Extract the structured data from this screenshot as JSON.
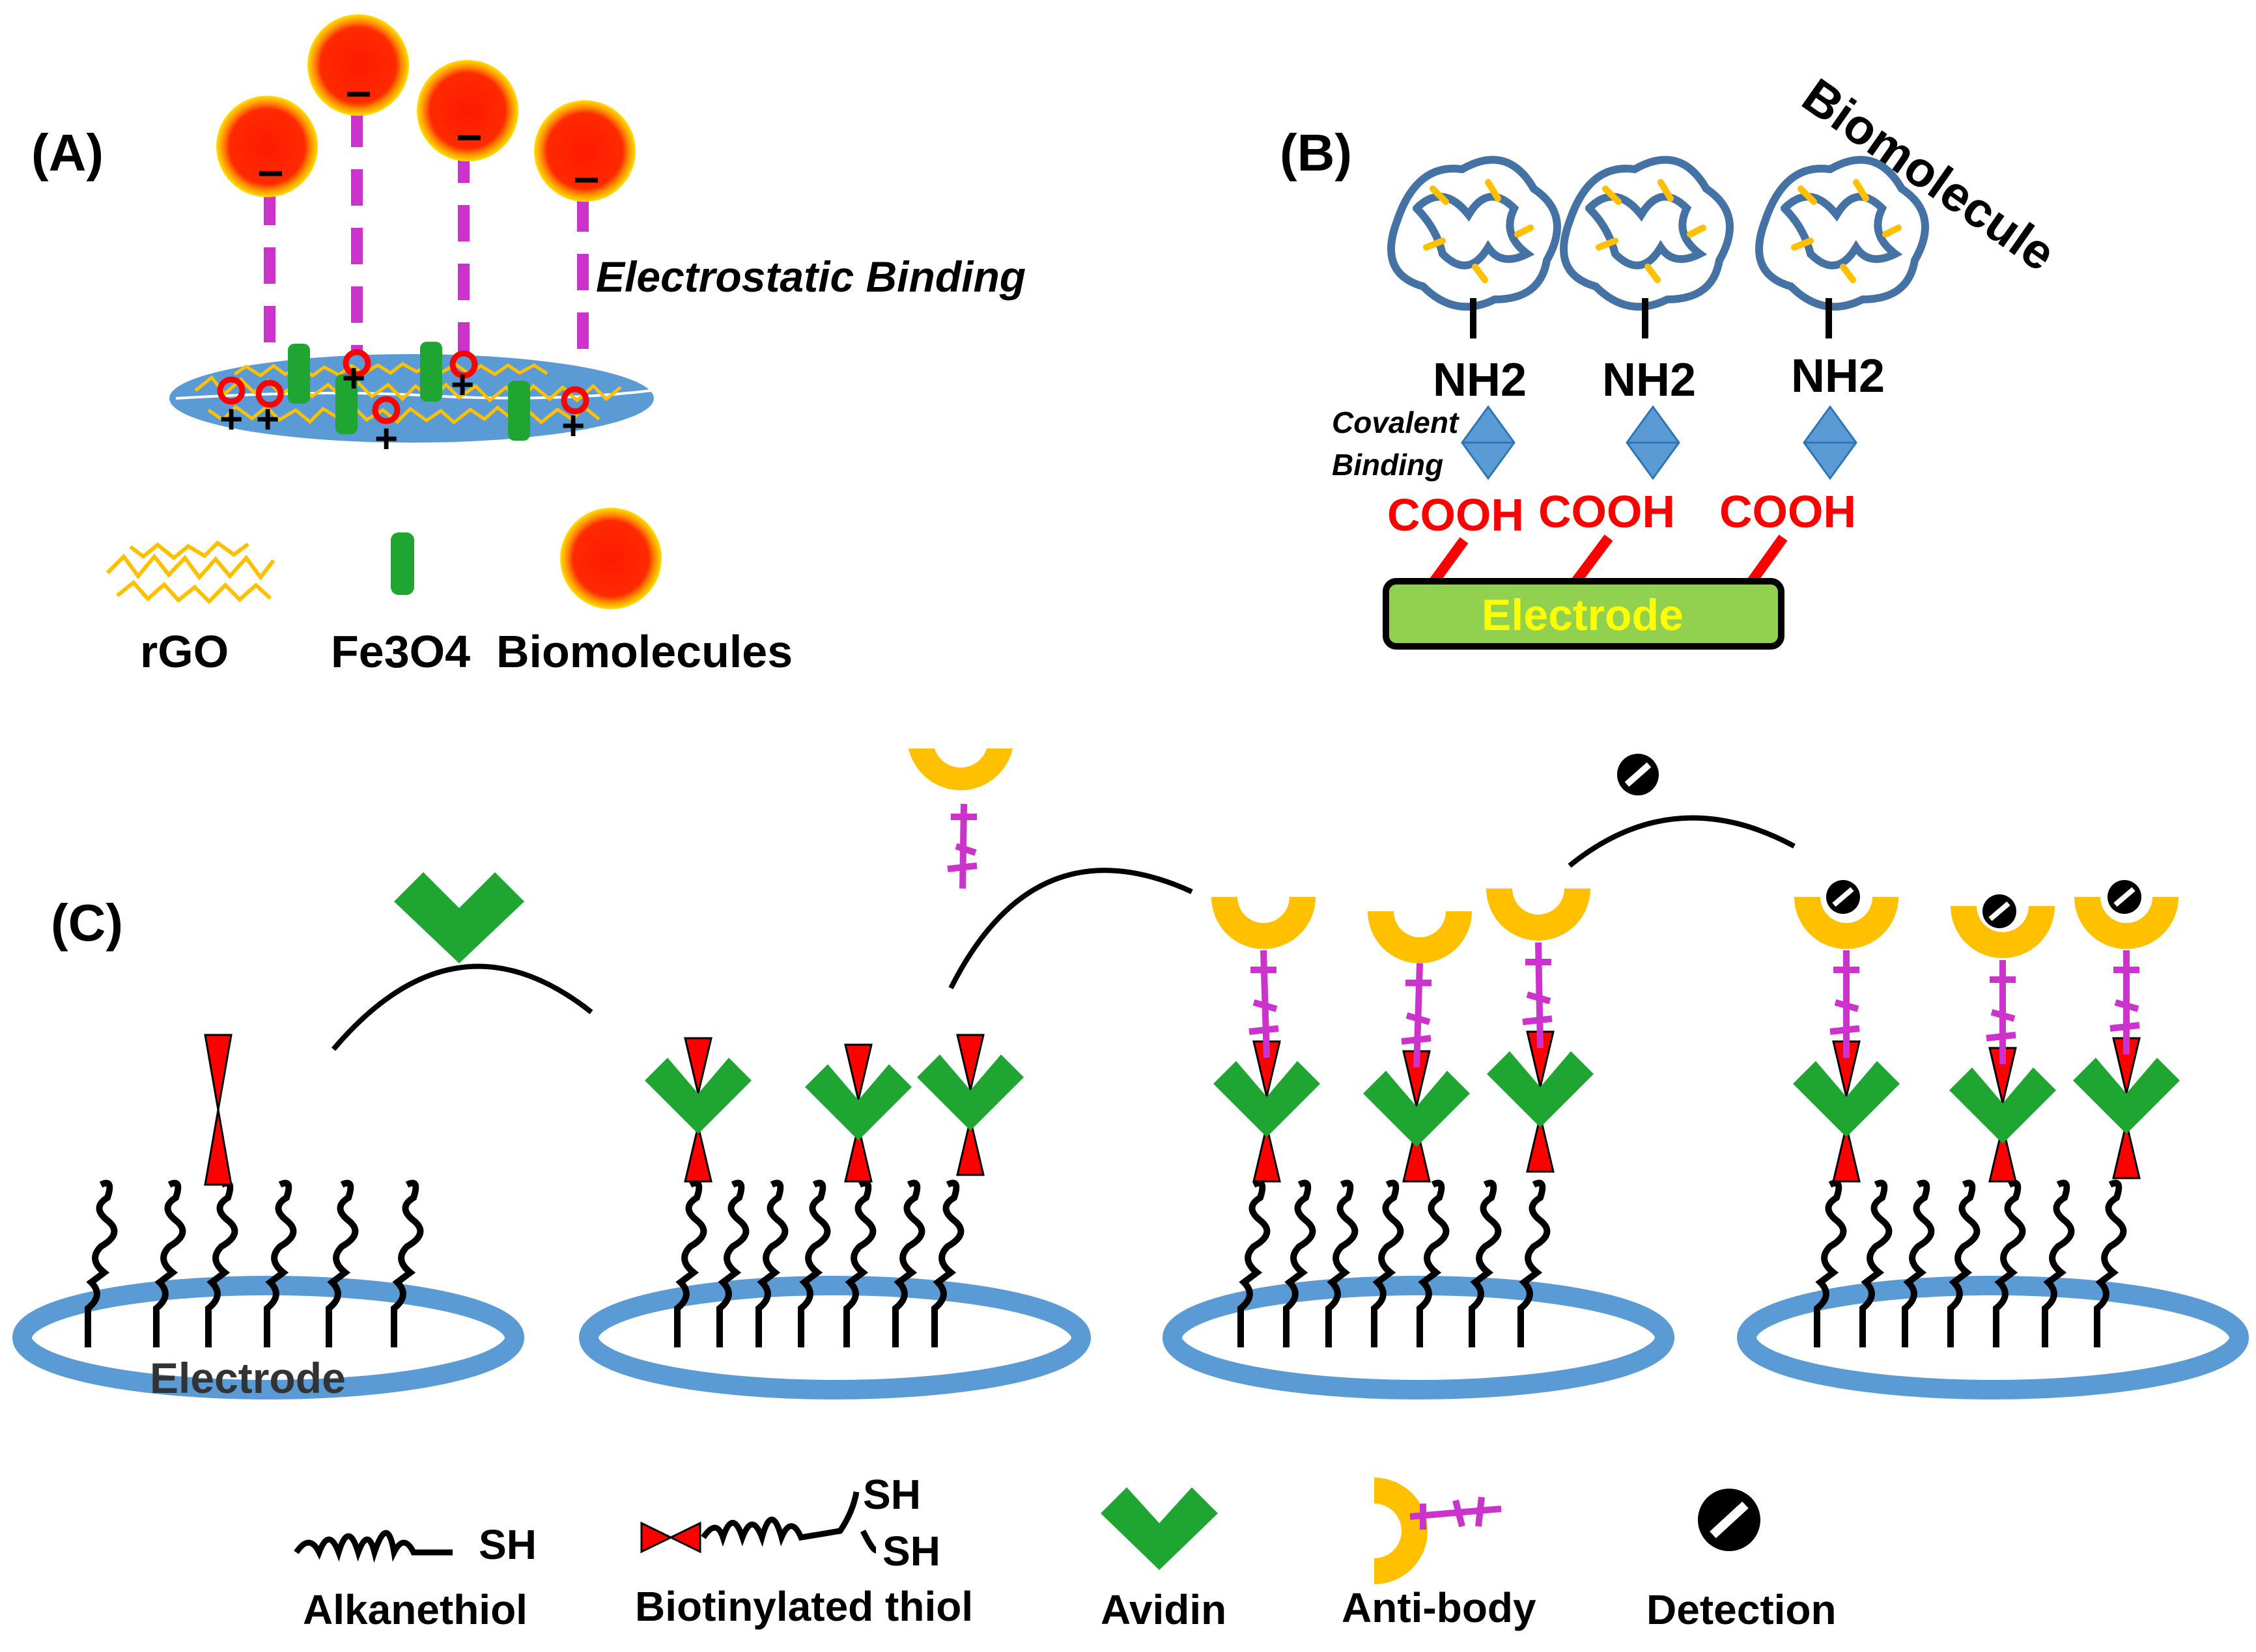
{
  "panels": {
    "a": {
      "label": "(A)",
      "binding_text": "Electrostatic Binding",
      "charge_negative": "−",
      "charge_positive": "+",
      "legend": {
        "rgo": "rGO",
        "fe3o4": "Fe3O4",
        "biomolecules": "Biomolecules"
      },
      "colors": {
        "sphere": "#ff1a00",
        "halo": "#ffd400",
        "disc": "#5b9bd5",
        "rgo": "#ffc000",
        "fe3o4": "#1fa632",
        "dash": "#cc33cc"
      }
    },
    "b": {
      "label": "(B)",
      "biomolecule": "Biomolecule",
      "amine": "NH2",
      "acid": "COOH",
      "covalent_line1": "Covalent",
      "covalent_line2": "Binding",
      "electrode": "Electrode",
      "colors": {
        "electrode_fill": "#92d050",
        "electrode_text": "#ffff00",
        "acid": "#ff0000",
        "diamond": "#5b9bd5",
        "protein": "#4472a4"
      }
    },
    "c": {
      "label": "(C)",
      "electrode": "Electrode",
      "legend": {
        "alkanethiol": "Alkanethiol",
        "biotinylated_thiol": "Biotinylated thiol",
        "avidin": "Avidin",
        "antibody": "Anti-body",
        "detection": "Detection",
        "sh": "SH"
      },
      "colors": {
        "avidin": "#1fa632",
        "biotin": "#ff0000",
        "antibody_cup": "#ffc000",
        "antibody_stem": "#cc33cc",
        "electrode": "#5b9bd5"
      }
    }
  }
}
